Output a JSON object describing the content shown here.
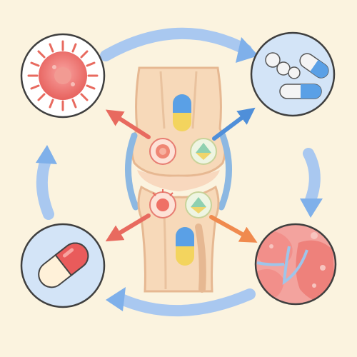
{
  "diagram": {
    "colors": {
      "background": "#fbf3df",
      "bone": "#f6d6b5",
      "bone_outline": "#e2b48f",
      "cartilage_blue": "#8cb8e2",
      "flow_arrow_blue": "#8ab9ec",
      "red_arrow": "#e86a5f",
      "orange_arrow": "#f08a4e",
      "blue_arrow": "#4f8fd9",
      "capsule_blue": "#5aa0e6",
      "capsule_yellow": "#f3d45e",
      "capsule_red": "#e95b5b",
      "virus_red": "#ec7a76"
    },
    "nodes": [
      {
        "id": "top-left",
        "icon": "virus-cell-icon"
      },
      {
        "id": "top-right",
        "icon": "pills-and-capsules-icon"
      },
      {
        "id": "bottom-left",
        "icon": "red-capsule-icon"
      },
      {
        "id": "bottom-right",
        "icon": "inflamed-tissue-icon"
      }
    ],
    "center": {
      "icon": "knee-joint-icon"
    }
  }
}
